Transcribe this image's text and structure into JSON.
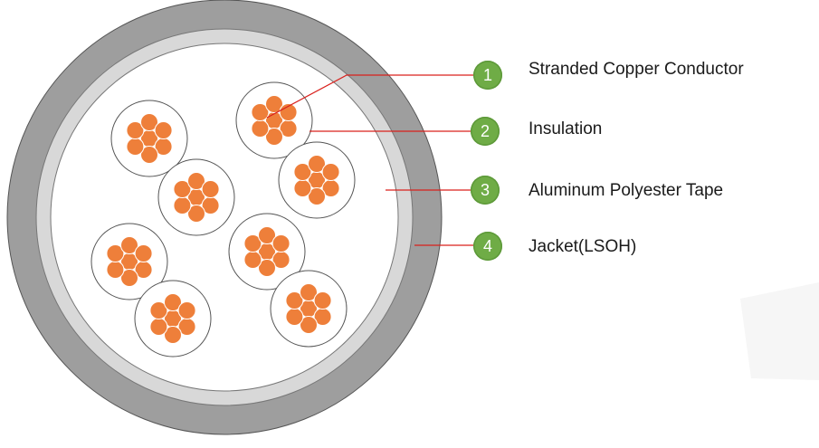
{
  "diagram": {
    "colors": {
      "jacket": "#9e9e9e",
      "tape": "#d8d8d8",
      "core_fill": "#ffffff",
      "strand": "#ee7f3a",
      "strand_outline": "#ffffff",
      "badge": "#6fac46",
      "leader": "#d9201c",
      "outline": "#555555"
    },
    "conductor_count": 8,
    "strands_per_conductor": 7
  },
  "legend": [
    {
      "number": "1",
      "label": "Stranded Copper Conductor"
    },
    {
      "number": "2",
      "label": "Insulation"
    },
    {
      "number": "3",
      "label": "Aluminum Polyester Tape"
    },
    {
      "number": "4",
      "label": "Jacket(LSOH)"
    }
  ]
}
